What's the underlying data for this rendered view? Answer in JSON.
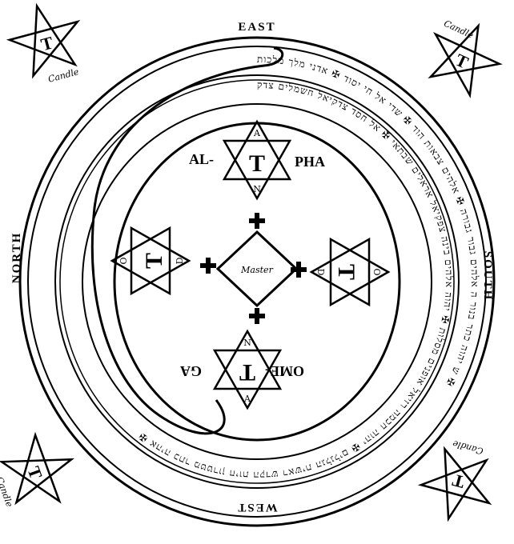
{
  "directions": {
    "east": "EAST",
    "west": "WEST",
    "north": "NORTH",
    "south": "SOUTH"
  },
  "hexagram_words": {
    "alpha_left": "AL-",
    "alpha_right": "PHA",
    "omega_left": "OME-",
    "omega_right": "GA"
  },
  "center_word": "Master",
  "candle_word": "Candle",
  "hexagram_letter": "T",
  "vertex_letters": {
    "a": "A",
    "n": "N",
    "o": "O",
    "d": "D"
  },
  "ring_outer_text": "ש יהוה כתר בנור ה אלהים גבור גבורה ✠ אלהים צבאות הוד ✠ שדי אל חי יסוד ✠ אדני מלך מלכות ✠",
  "ring_inner_text": "אהיה כתר מטטרון חיות הקדש ראשית הגלגלים ✠ יהוה חכמה רזיאל אופנים מסלות ✠ יהוה אלהים בינה צפקיאל אראלים שבתאי ✠ אל חסד צדקיאל חשמלים צדק ✠"
}
